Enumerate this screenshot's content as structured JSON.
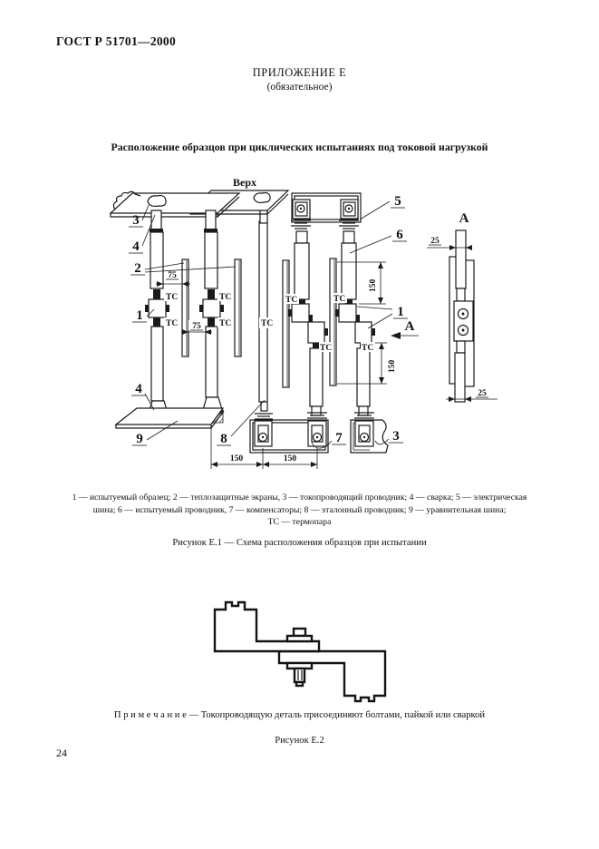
{
  "page": {
    "standard": "ГОСТ Р 51701—2000",
    "number": "24"
  },
  "appendix": {
    "label": "ПРИЛОЖЕНИЕ Е",
    "note": "(обязательное)"
  },
  "title": "Расположение образцов при циклических испытаниях под токовой нагрузкой",
  "figure1": {
    "orientation_label": "Верх",
    "view_label": "А",
    "view_arrow_label": "А",
    "thermocouple": "ТС",
    "callouts": {
      "c1": "1",
      "c2": "2",
      "c3": "3",
      "c4": "4",
      "c5": "5",
      "c6": "6",
      "c7": "7",
      "c8": "8",
      "c9": "9"
    },
    "dims": {
      "d75": "75",
      "d150": "150",
      "d25": "25"
    },
    "legend": [
      "1 — испытуемый образец; 2 — теплозащитные экраны, 3 — токопроводящий проводник; 4 — сварка; 5 — электрическая",
      "шина;  6 — испытуемый проводник,  7 — компенсаторы;  8 — эталонный проводник;  9 — уравнительная шина;",
      "ТС — термопара"
    ],
    "caption": "Рисунок Е.1 — Схема расположения образцов при испытании"
  },
  "figure2": {
    "note": "П р и м е ч а н и е — Токопроводящую деталь присоединяют болтами, пайкой или сваркой",
    "caption": "Рисунок Е.2"
  }
}
